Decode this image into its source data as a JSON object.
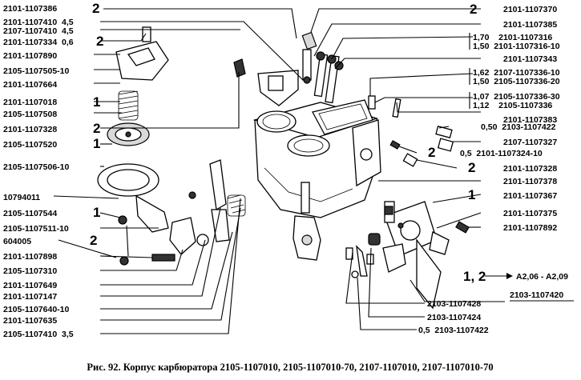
{
  "caption": "Рис. 92. Корпус карбюратора 2105-1107010, 2105-1107010-70, 2107-1107010, 2107-1107010-70",
  "legend": {
    "marker": "1, 2",
    "value": "A2,06 - A2,09"
  },
  "left_labels": [
    {
      "id": "l1",
      "text": "2101-1107386",
      "qty": "2"
    },
    {
      "id": "l2",
      "text": "2101-1107410  4,5"
    },
    {
      "id": "l3",
      "text": "2107-1107410  4,5"
    },
    {
      "id": "l4",
      "text": "2101-1107334  0,6",
      "qty": "2"
    },
    {
      "id": "l5",
      "text": "2101-1107890"
    },
    {
      "id": "l6",
      "text": "2105-1107505-10"
    },
    {
      "id": "l7",
      "text": "2101-1107664"
    },
    {
      "id": "l8",
      "text": "2101-1107018",
      "qty": "1"
    },
    {
      "id": "l9",
      "text": "2105-1107508"
    },
    {
      "id": "l10",
      "text": "2101-1107328",
      "qty": "2"
    },
    {
      "id": "l11",
      "text": "2105-1107520",
      "qty": "1"
    },
    {
      "id": "l12",
      "text": "2105-1107506-10"
    },
    {
      "id": "l13",
      "text": "10794011"
    },
    {
      "id": "l14",
      "text": "2105-1107544",
      "qty": "1"
    },
    {
      "id": "l15",
      "text": "2105-1107511-10"
    },
    {
      "id": "l16",
      "text": "604005",
      "qty": "2"
    },
    {
      "id": "l17",
      "text": "2101-1107898"
    },
    {
      "id": "l18",
      "text": "2105-1107310"
    },
    {
      "id": "l19",
      "text": "2101-1107649"
    },
    {
      "id": "l20",
      "text": "2101-1107147"
    },
    {
      "id": "l21",
      "text": "2105-1107640-10"
    },
    {
      "id": "l22",
      "text": "2101-1107635"
    },
    {
      "id": "l23",
      "text": "2105-1107410  3,5"
    }
  ],
  "right_labels": [
    {
      "id": "r1",
      "text": "2101-1107370",
      "qty": "2"
    },
    {
      "id": "r2",
      "text": "2101-1107385"
    },
    {
      "id": "r3a",
      "text": "1,70    2101-1107316"
    },
    {
      "id": "r3b",
      "text": "1,50  2101-1107316-10"
    },
    {
      "id": "r4",
      "text": "2101-1107343"
    },
    {
      "id": "r5a",
      "text": "1,62  2107-1107336-10"
    },
    {
      "id": "r5b",
      "text": "1,50  2105-1107336-20"
    },
    {
      "id": "r6a",
      "text": "1,07  2105-1107336-30"
    },
    {
      "id": "r6b",
      "text": "1,12    2105-1107336"
    },
    {
      "id": "r7",
      "text": "2101-1107383"
    },
    {
      "id": "r8",
      "text": "0,50  2103-1107422"
    },
    {
      "id": "r9",
      "text": "2107-1107327"
    },
    {
      "id": "r10",
      "text": "0,5  2101-1107324-10",
      "qty": "2"
    },
    {
      "id": "r11",
      "text": "2101-1107328",
      "qty": "2"
    },
    {
      "id": "r12",
      "text": "2101-1107378"
    },
    {
      "id": "r13",
      "text": "2101-1107367",
      "qty": "1"
    },
    {
      "id": "r14",
      "text": "2101-1107375"
    },
    {
      "id": "r15",
      "text": "2101-1107892"
    },
    {
      "id": "r16",
      "text": "2103-1107420"
    }
  ],
  "bottom_labels": [
    {
      "id": "b1",
      "text": "2103-1107428"
    },
    {
      "id": "b2",
      "text": "2103-1107424"
    },
    {
      "id": "b3",
      "text": "0,5  2103-1107422"
    }
  ]
}
